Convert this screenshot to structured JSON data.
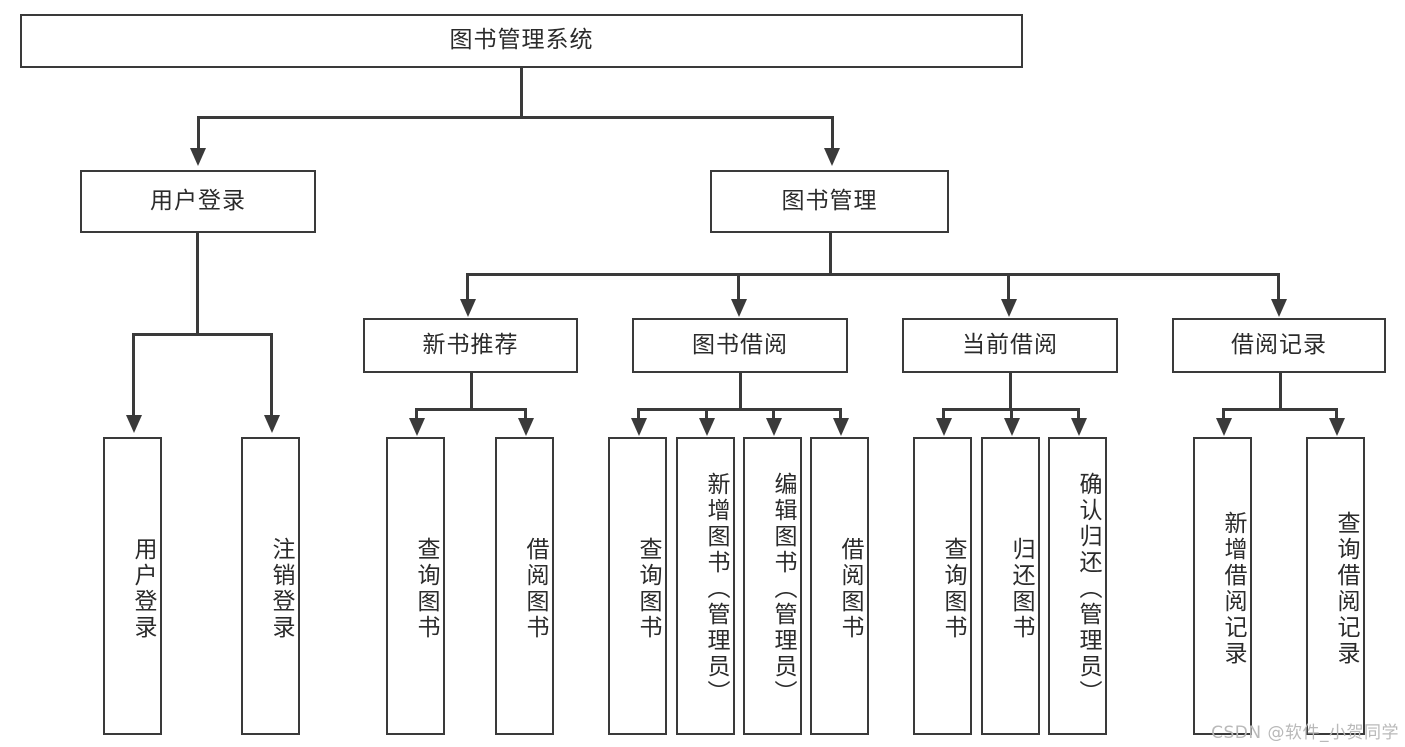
{
  "diagram": {
    "type": "tree",
    "title": "图书管理系统",
    "root": {
      "label": "图书管理系统"
    },
    "level2": [
      {
        "label": "用户登录"
      },
      {
        "label": "图书管理"
      }
    ],
    "level3": [
      {
        "label": "新书推荐"
      },
      {
        "label": "图书借阅"
      },
      {
        "label": "当前借阅"
      },
      {
        "label": "借阅记录"
      }
    ],
    "leaves": {
      "user_login": [
        {
          "label": "用户登录"
        },
        {
          "label": "注销登录"
        }
      ],
      "new_book_rec": [
        {
          "label": "查询图书"
        },
        {
          "label": "借阅图书"
        }
      ],
      "book_borrow": [
        {
          "label": "查询图书"
        },
        {
          "label": "新增图书（管理员）"
        },
        {
          "label": "编辑图书（管理员）"
        },
        {
          "label": "借阅图书"
        }
      ],
      "current_borrow": [
        {
          "label": "查询图书"
        },
        {
          "label": "归还图书"
        },
        {
          "label": "确认归还（管理员）"
        }
      ],
      "borrow_record": [
        {
          "label": "新增借阅记录"
        },
        {
          "label": "查询借阅记录"
        }
      ]
    }
  },
  "watermark": {
    "text": "CSDN @软件_小贺同学"
  },
  "colors": {
    "stroke": "#3a3a3a",
    "text": "#2b2b2b",
    "background": "#ffffff",
    "watermark": "#b9b9b9"
  }
}
